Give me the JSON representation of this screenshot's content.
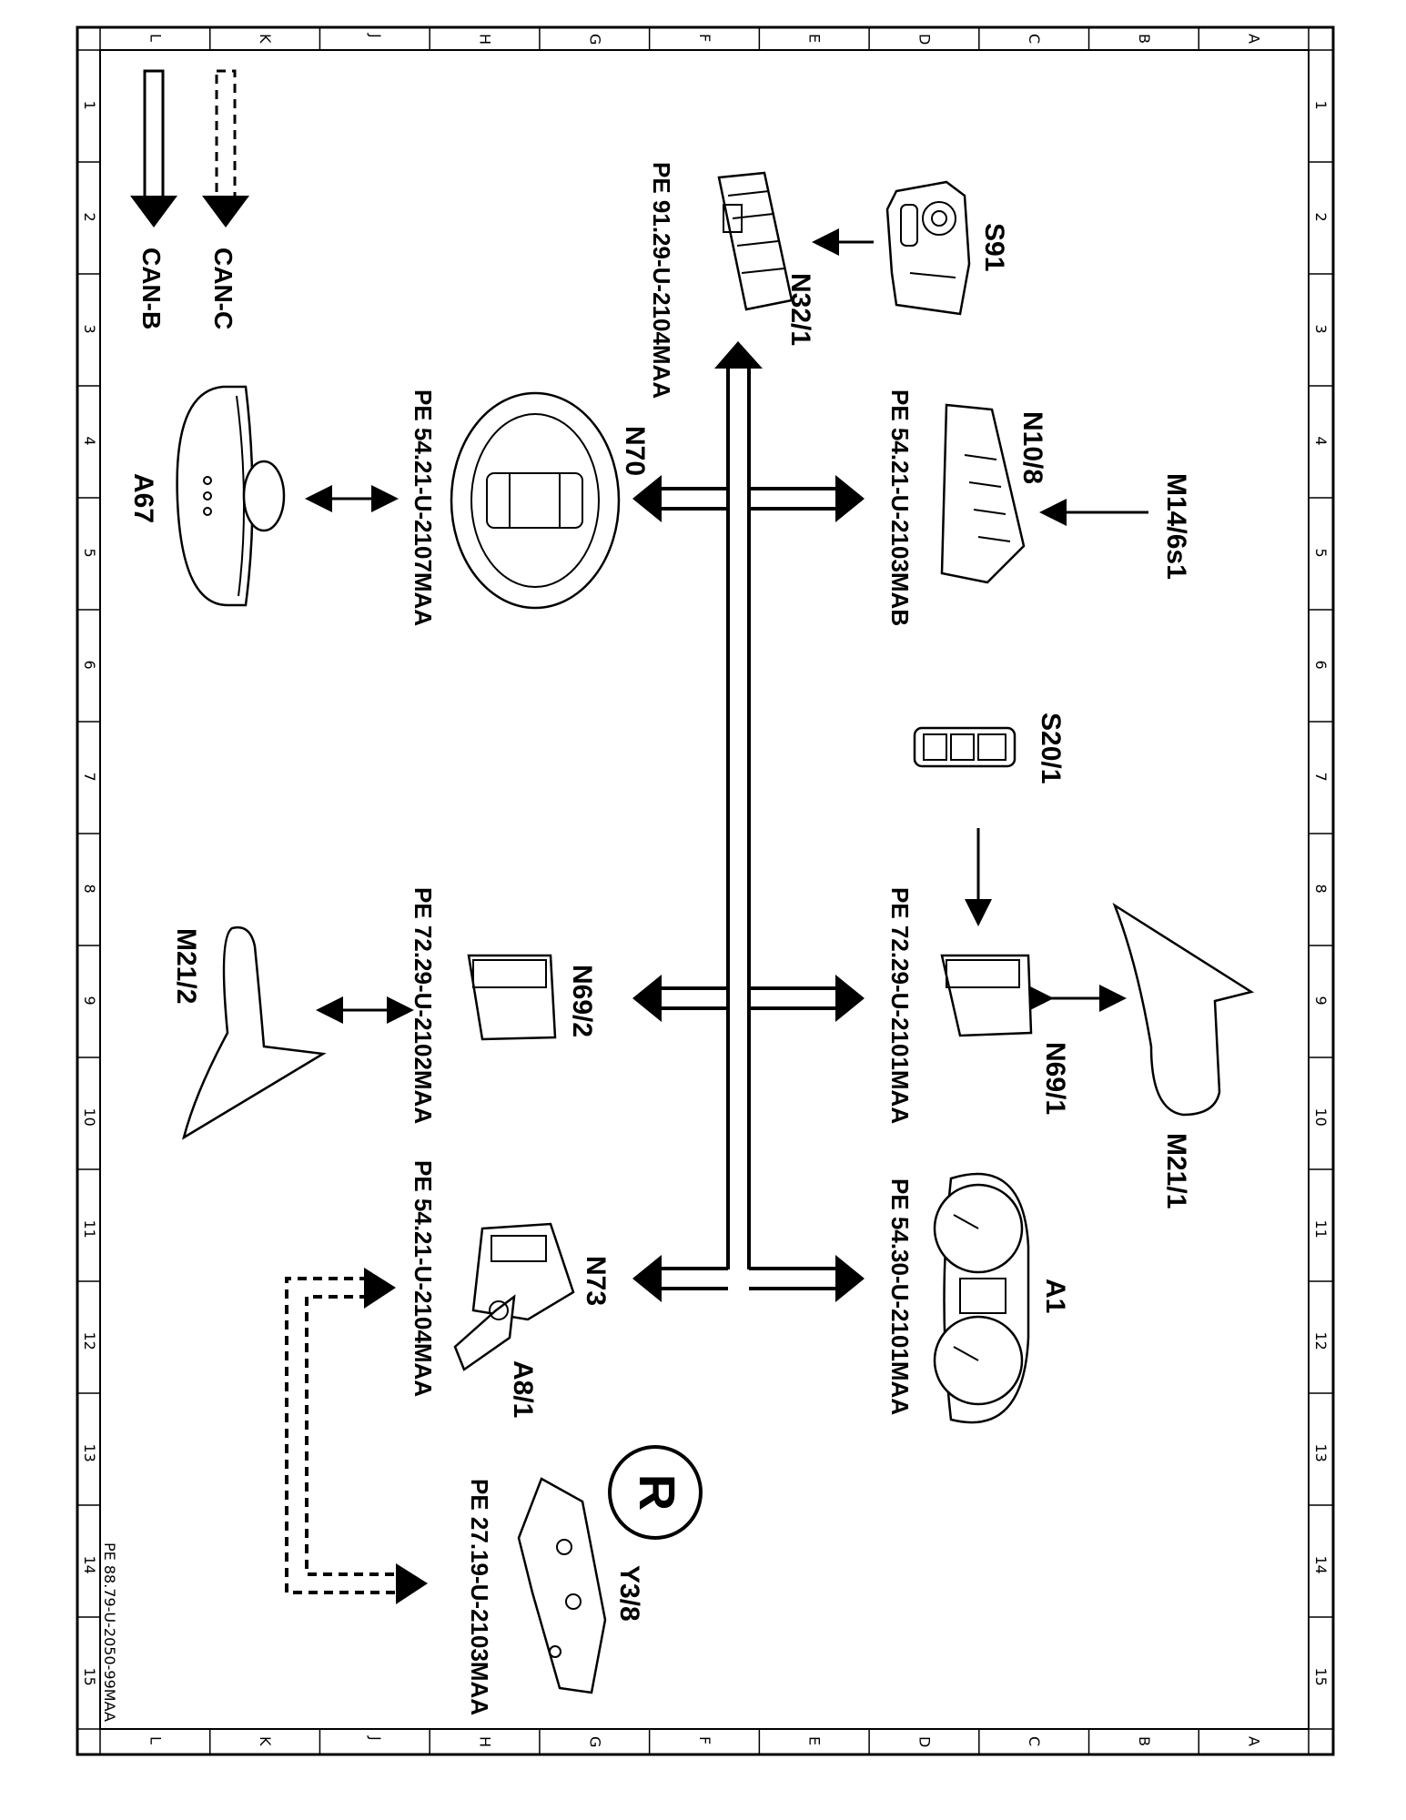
{
  "grid": {
    "letters": [
      "L",
      "K",
      "J",
      "H",
      "G",
      "F",
      "E",
      "D",
      "C",
      "B",
      "A"
    ],
    "numbers": [
      "1",
      "2",
      "3",
      "4",
      "5",
      "6",
      "7",
      "8",
      "9",
      "10",
      "11",
      "12",
      "13",
      "14",
      "15"
    ]
  },
  "legend": {
    "can_c": "CAN-C",
    "can_b": "CAN-B"
  },
  "components": {
    "s91": "S91",
    "n32_1": "N32/1",
    "n10_8": "N10/8",
    "m14_6s1": "M14/6s1",
    "n70": "N70",
    "a67": "A67",
    "s20_1": "S20/1",
    "n69_1": "N69/1",
    "m21_1": "M21/1",
    "n69_2": "N69/2",
    "m21_2": "M21/2",
    "a1": "A1",
    "n73": "N73",
    "a8_1": "A8/1",
    "y3_8": "Y3/8",
    "r_symbol": "R"
  },
  "references": {
    "n32_1": "PE 91.29-U-2104MAA",
    "n10_8": "PE 54.21-U-2103MAB",
    "n70": "PE 54.21-U-2107MAA",
    "n69_1": "PE 72.29-U-2101MAA",
    "n69_2": "PE 72.29-U-2102MAA",
    "a1": "PE 54.30-U-2101MAA",
    "n73": "PE 54.21-U-2104MAA",
    "y3_8": "PE 27.19-U-2103MAA"
  },
  "footer": {
    "doc_id": "PE 88.79-U-2050-99MAA"
  }
}
